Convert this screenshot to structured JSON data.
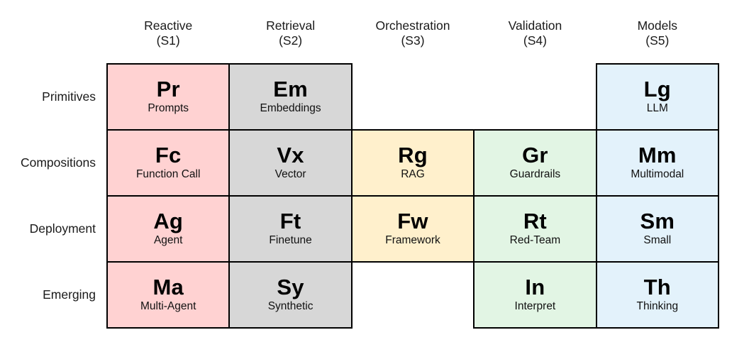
{
  "diagram": {
    "type": "periodic-table-matrix",
    "columns": [
      {
        "name": "Reactive",
        "code": "(S1)",
        "color": "#ffd2d2"
      },
      {
        "name": "Retrieval",
        "code": "(S2)",
        "color": "#d7d7d7"
      },
      {
        "name": "Orchestration",
        "code": "(S3)",
        "color": "#fff0cc"
      },
      {
        "name": "Validation",
        "code": "(S4)",
        "color": "#e2f5e4"
      },
      {
        "name": "Models",
        "code": "(S5)",
        "color": "#e3f2fb"
      }
    ],
    "rows": [
      {
        "label": "Primitives"
      },
      {
        "label": "Compositions"
      },
      {
        "label": "Deployment"
      },
      {
        "label": "Emerging"
      }
    ],
    "cells": [
      [
        {
          "symbol": "Pr",
          "name": "Prompts"
        },
        {
          "symbol": "Em",
          "name": "Embeddings"
        },
        null,
        null,
        {
          "symbol": "Lg",
          "name": "LLM"
        }
      ],
      [
        {
          "symbol": "Fc",
          "name": "Function Call"
        },
        {
          "symbol": "Vx",
          "name": "Vector"
        },
        {
          "symbol": "Rg",
          "name": "RAG"
        },
        {
          "symbol": "Gr",
          "name": "Guardrails"
        },
        {
          "symbol": "Mm",
          "name": "Multimodal"
        }
      ],
      [
        {
          "symbol": "Ag",
          "name": "Agent"
        },
        {
          "symbol": "Ft",
          "name": "Finetune"
        },
        {
          "symbol": "Fw",
          "name": "Framework"
        },
        {
          "symbol": "Rt",
          "name": "Red-Team"
        },
        {
          "symbol": "Sm",
          "name": "Small"
        }
      ],
      [
        {
          "symbol": "Ma",
          "name": "Multi-Agent"
        },
        {
          "symbol": "Sy",
          "name": "Synthetic"
        },
        null,
        {
          "symbol": "In",
          "name": "Interpret"
        },
        {
          "symbol": "Th",
          "name": "Thinking"
        }
      ]
    ],
    "palette": {
      "border": "#000000",
      "background": "#ffffff",
      "text": "#111111"
    }
  }
}
